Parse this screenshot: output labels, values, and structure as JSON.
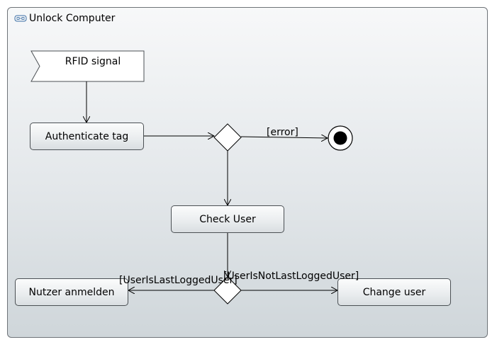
{
  "diagram": {
    "title": "Unlock Computer",
    "signal": "RFID signal",
    "actions": {
      "authenticate": "Authenticate tag",
      "check_user": "Check User",
      "login": "Nutzer anmelden",
      "change_user": "Change user"
    },
    "guards": {
      "error": "[error]",
      "last_user": "[UserIsLastLoggedUser]",
      "not_last_user": "[UserIsNotLastLoggedUser]"
    }
  },
  "icons": [
    "activity-icon",
    "final-node-icon"
  ],
  "colors": {
    "stroke": "#4b5054",
    "frame_border": "#6e7378",
    "final_fill": "#000000"
  }
}
